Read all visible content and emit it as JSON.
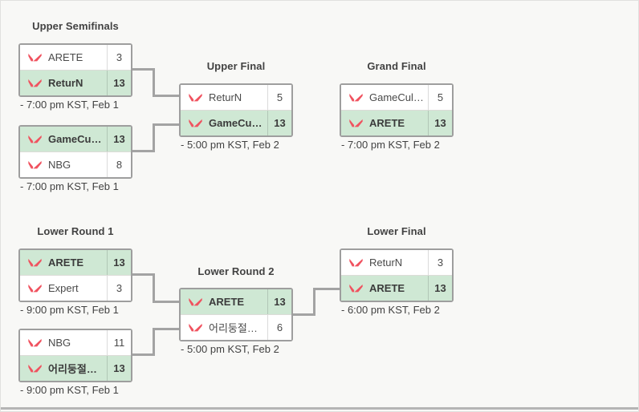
{
  "tournament": {
    "rounds": {
      "upper_semifinals": "Upper Semifinals",
      "upper_final": "Upper Final",
      "grand_final": "Grand Final",
      "lower_round_1": "Lower Round 1",
      "lower_round_2": "Lower Round 2",
      "lower_final": "Lower Final"
    },
    "matches": {
      "upper_semi_1": {
        "teams": [
          {
            "name": "ARETE",
            "score": "3",
            "winner": false
          },
          {
            "name": "ReturN",
            "score": "13",
            "winner": true
          }
        ],
        "schedule": "- 7:00 pm KST, Feb 1"
      },
      "upper_semi_2": {
        "teams": [
          {
            "name": "GameCulture…",
            "score": "13",
            "winner": true
          },
          {
            "name": "NBG",
            "score": "8",
            "winner": false
          }
        ],
        "schedule": "- 7:00 pm KST, Feb 1"
      },
      "upper_final": {
        "teams": [
          {
            "name": "ReturN",
            "score": "5",
            "winner": false
          },
          {
            "name": "GameCulture…",
            "score": "13",
            "winner": true
          }
        ],
        "schedule": "- 5:00 pm KST, Feb 2"
      },
      "grand_final": {
        "teams": [
          {
            "name": "GameCulture…",
            "score": "5",
            "winner": false
          },
          {
            "name": "ARETE",
            "score": "13",
            "winner": true
          }
        ],
        "schedule": "- 7:00 pm KST, Feb 2"
      },
      "lower_r1_a": {
        "teams": [
          {
            "name": "ARETE",
            "score": "13",
            "winner": true
          },
          {
            "name": "Expert",
            "score": "3",
            "winner": false
          }
        ],
        "schedule": "- 9:00 pm KST, Feb 1"
      },
      "lower_r1_b": {
        "teams": [
          {
            "name": "NBG",
            "score": "11",
            "winner": false
          },
          {
            "name": "어리둥절범고래",
            "score": "13",
            "winner": true
          }
        ],
        "schedule": "- 9:00 pm KST, Feb 1"
      },
      "lower_r2": {
        "teams": [
          {
            "name": "ARETE",
            "score": "13",
            "winner": true
          },
          {
            "name": "어리둥절범고래",
            "score": "6",
            "winner": false
          }
        ],
        "schedule": "- 5:00 pm KST, Feb 2"
      },
      "lower_final": {
        "teams": [
          {
            "name": "ReturN",
            "score": "3",
            "winner": false
          },
          {
            "name": "ARETE",
            "score": "13",
            "winner": true
          }
        ],
        "schedule": "- 6:00 pm KST, Feb 2"
      }
    },
    "icons": {
      "team_logo": "valorant-logo-icon"
    },
    "colors": {
      "winner_row_bg": "#cfe8d4",
      "logo_red": "#f0525f",
      "box_border": "#9e9e9e",
      "connector": "#a3a3a3",
      "background": "#f8f8f6"
    }
  }
}
